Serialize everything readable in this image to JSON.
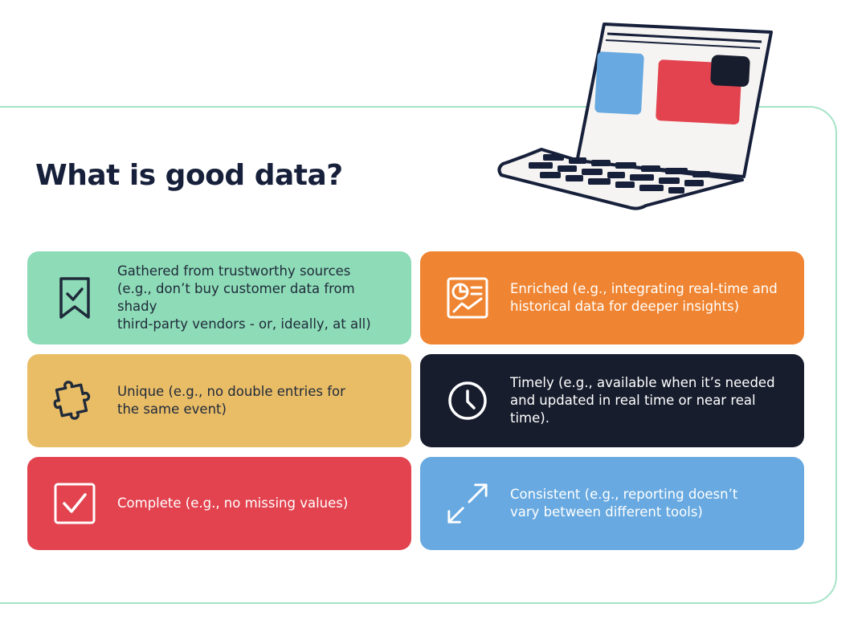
{
  "title": "What is good data?",
  "colors": {
    "green": "#8ddbb7",
    "orange": "#ef8532",
    "yellow": "#e9bc66",
    "navy": "#171d2d",
    "red": "#e2434f",
    "blue": "#67a9e0",
    "frame_border": "#a6e3c6",
    "title_text": "#17203a"
  },
  "illustration": {
    "name": "laptop-illustration",
    "screen_colors": [
      "#67a9e0",
      "#e2434f",
      "#171d2d"
    ]
  },
  "cards": [
    {
      "id": "trustworthy",
      "icon": "bookmark-check-icon",
      "color": "#8ddbb7",
      "lines": [
        "Gathered from trustworthy sources",
        "(e.g., don’t buy customer data from shady",
        "third-party vendors - or, ideally, at all)"
      ]
    },
    {
      "id": "enriched",
      "icon": "analytics-report-icon",
      "color": "#ef8532",
      "lines": [
        "Enriched (e.g., integrating real-time and",
        "historical data for deeper insights)"
      ]
    },
    {
      "id": "unique",
      "icon": "puzzle-piece-icon",
      "color": "#e9bc66",
      "lines": [
        "Unique (e.g., no double entries for",
        "the same event)"
      ]
    },
    {
      "id": "timely",
      "icon": "clock-icon",
      "color": "#171d2d",
      "lines": [
        "Timely (e.g., available when it’s needed",
        "and updated in real time or near real time)."
      ]
    },
    {
      "id": "complete",
      "icon": "checkbox-icon",
      "color": "#e2434f",
      "lines": [
        "Complete (e.g., no missing values)"
      ]
    },
    {
      "id": "consistent",
      "icon": "expand-arrows-icon",
      "color": "#67a9e0",
      "lines": [
        "Consistent (e.g., reporting doesn’t",
        "vary between different tools)"
      ]
    }
  ]
}
